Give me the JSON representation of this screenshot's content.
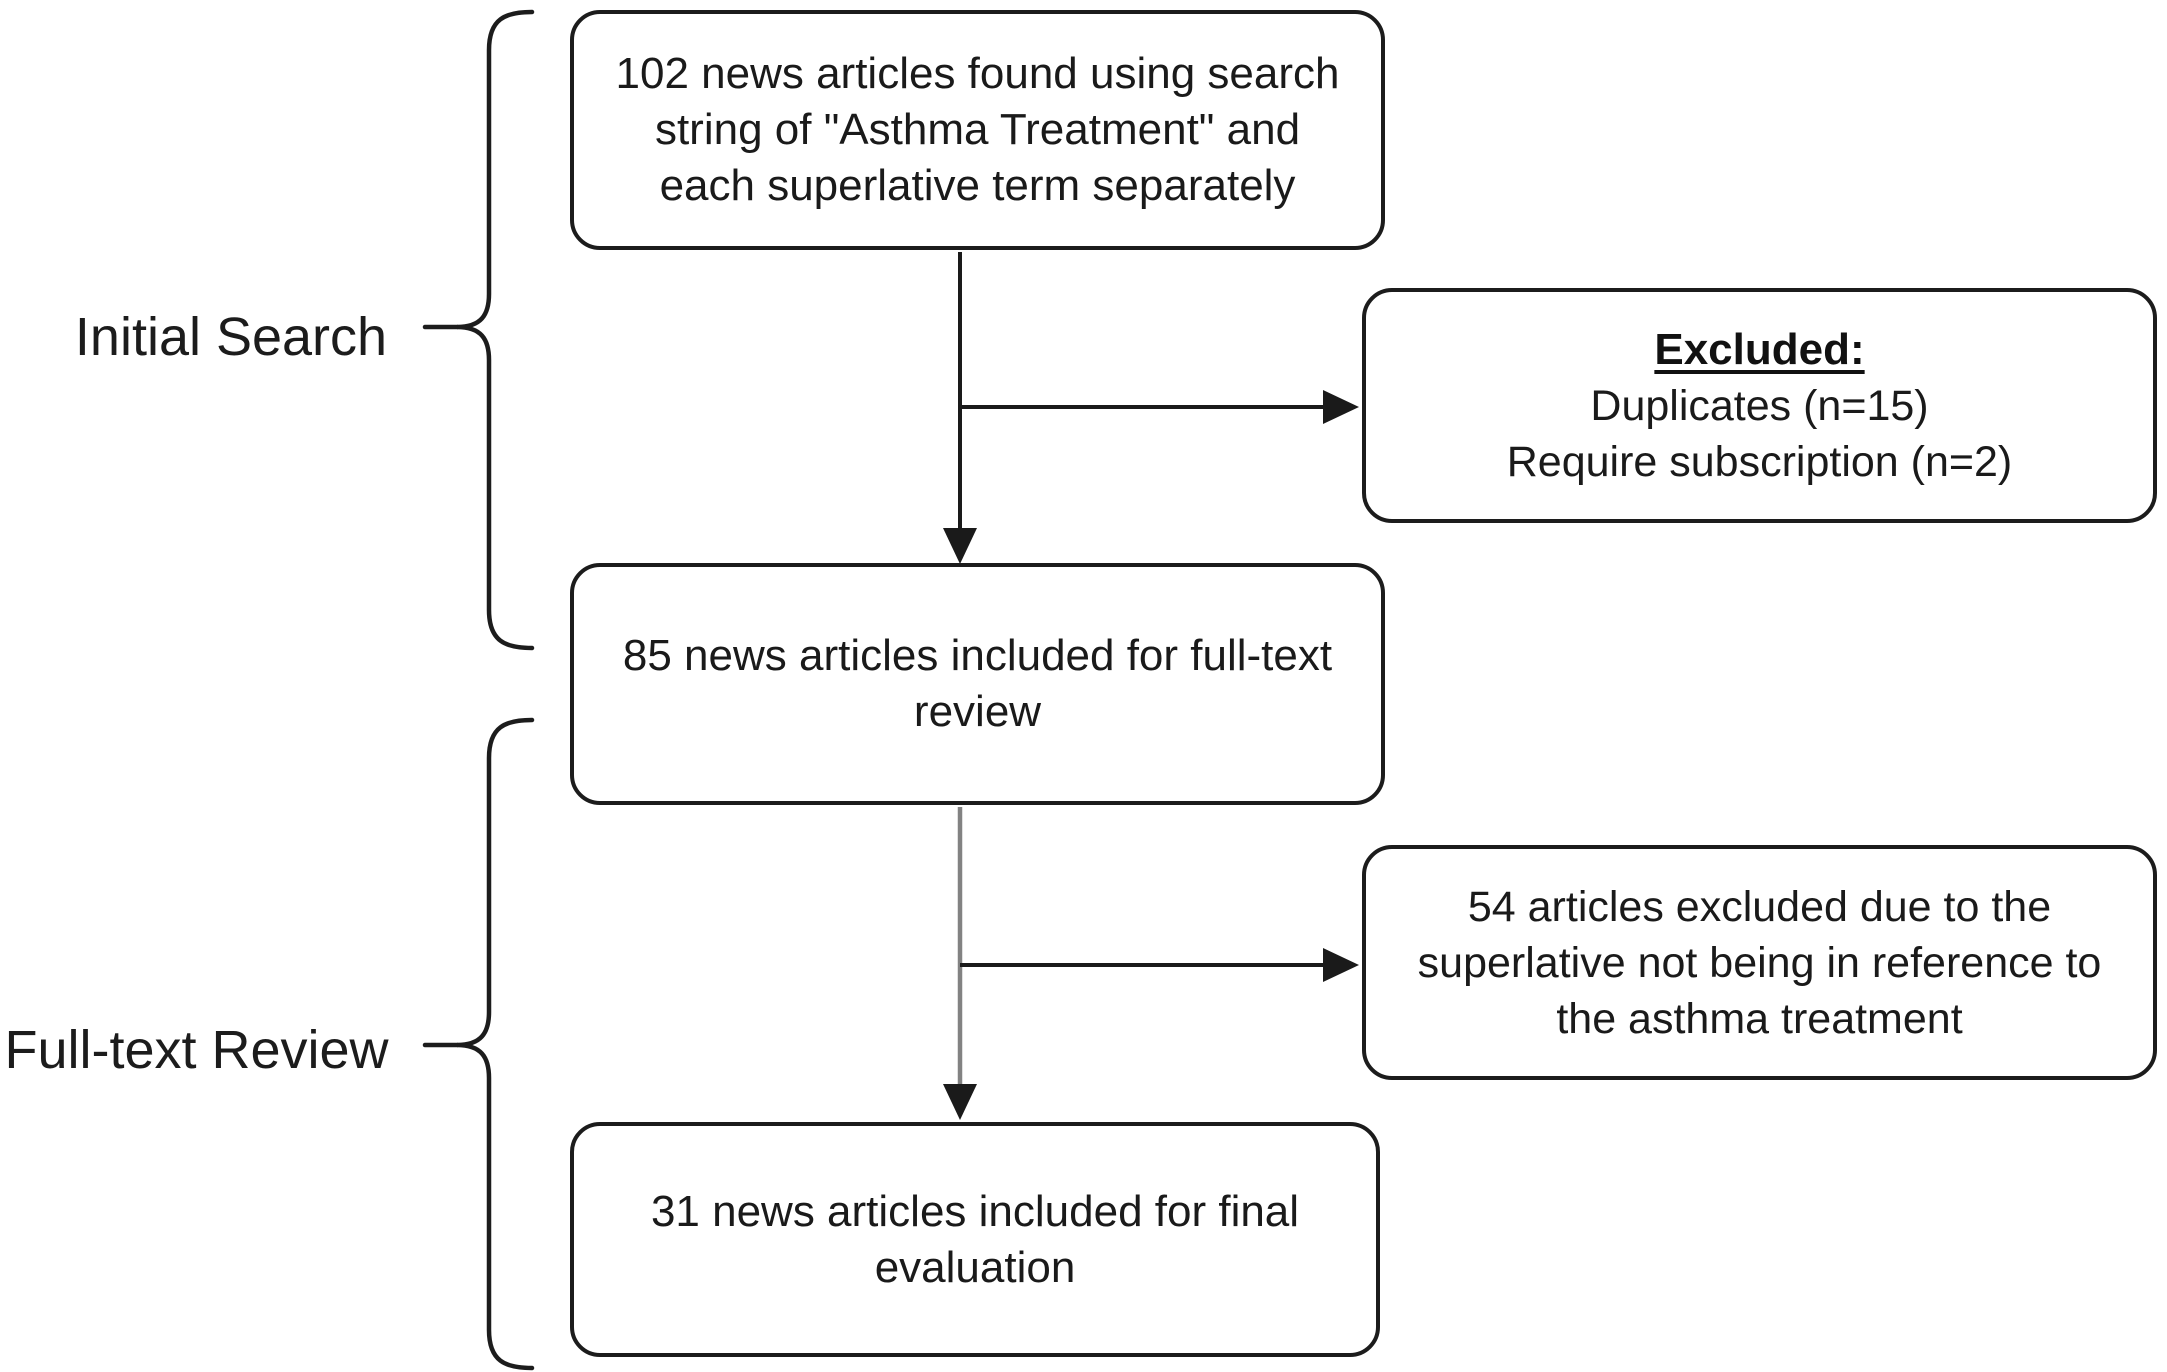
{
  "figure": {
    "kind": "article-screening-flowchart",
    "background_color": "#ffffff",
    "line_color": "#1a1a1a",
    "secondary_line_color": "#828282"
  },
  "stage_labels": {
    "initial_search": "Initial Search",
    "full_text_review": "Full-text Review"
  },
  "boxes": {
    "found": {
      "count": 102,
      "lines": [
        "102 news articles found using search",
        "string of \"Asthma Treatment\" and",
        "each superlative term separately"
      ]
    },
    "excluded_initial": {
      "heading": "Excluded:",
      "lines": [
        "Duplicates (n=15)",
        "Require subscription (n=2)"
      ]
    },
    "fulltext": {
      "count": 85,
      "lines": [
        "85 news articles included for full-text",
        "review"
      ]
    },
    "excluded_fulltext": {
      "count": 54,
      "lines": [
        "54 articles excluded due to the",
        "superlative not being in reference to",
        "the asthma treatment"
      ]
    },
    "final": {
      "count": 31,
      "lines": [
        "31 news articles included for final",
        "evaluation"
      ]
    }
  }
}
